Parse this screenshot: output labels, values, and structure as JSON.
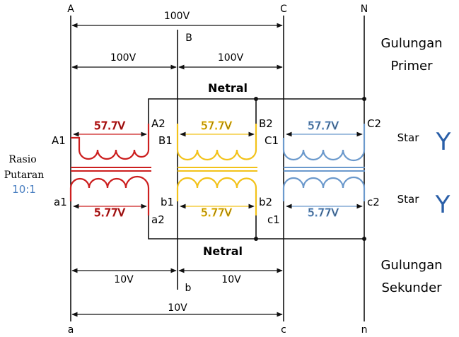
{
  "colors": {
    "phase_a": "#cc1f1f",
    "phase_b": "#f2c21a",
    "phase_c": "#6b99cc",
    "ratio_text": "#4a7fc1",
    "star_symbol": "#2a5fa8",
    "wire": "#111111"
  },
  "primary": {
    "label_a": "A",
    "label_b": "B",
    "label_c": "C",
    "label_n": "N",
    "v_ac": "100V",
    "v_ab": "100V",
    "v_bc": "100V",
    "neutral": "Netral",
    "winding_title_1": "Gulungan",
    "winding_title_2": "Primer",
    "star_text": "Star",
    "star_symbol": "Y",
    "coil_a": {
      "start": "A1",
      "end": "A2",
      "voltage": "57.7V"
    },
    "coil_b": {
      "start": "B1",
      "end": "B2",
      "voltage": "57.7V"
    },
    "coil_c": {
      "start": "C1",
      "end": "C2",
      "voltage": "57.7V"
    }
  },
  "secondary": {
    "label_a": "a",
    "label_b": "b",
    "label_c": "c",
    "label_n": "n",
    "v_ac": "10V",
    "v_ab": "10V",
    "v_bc": "10V",
    "neutral": "Netral",
    "winding_title_1": "Gulungan",
    "winding_title_2": "Sekunder",
    "star_text": "Star",
    "star_symbol": "Y",
    "coil_a": {
      "start": "a1",
      "end": "a2",
      "voltage": "5.77V"
    },
    "coil_b": {
      "start": "b1",
      "end": "b2",
      "voltage": "5.77V"
    },
    "coil_c": {
      "start": "c1",
      "end": "c2",
      "voltage": "5.77V"
    }
  },
  "ratio": {
    "label_1": "Rasio",
    "label_2": "Putaran",
    "value": "10:1"
  }
}
